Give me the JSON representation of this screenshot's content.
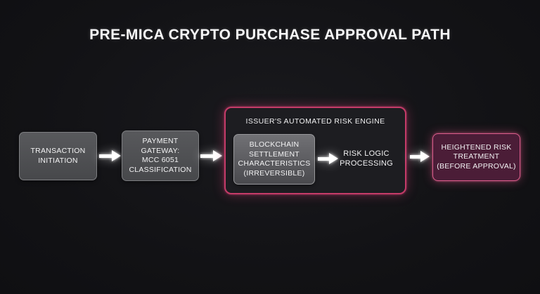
{
  "page": {
    "background_color": "#131316",
    "accent_pink": "#c43b68",
    "arrow_color": "#ffffff"
  },
  "title": "PRE-MICA CRYPTO PURCHASE APPROVAL PATH",
  "flow": {
    "step_transaction": {
      "label": [
        "TRANSACTION",
        "INITIATION"
      ]
    },
    "step_gateway": {
      "label": [
        "PAYMENT",
        "GATEWAY:",
        "MCC 6051",
        "CLASSIFICATION"
      ]
    },
    "risk_engine": {
      "title": "ISSUER'S AUTOMATED RISK ENGINE",
      "step_blockchain": {
        "label": [
          "BLOCKCHAIN",
          "SETTLEMENT",
          "CHARACTERISTICS",
          "(IRREVERSIBLE)"
        ]
      },
      "step_risk_logic": {
        "label": [
          "RISK LOGIC",
          "PROCESSING"
        ]
      }
    },
    "step_treatment": {
      "label": [
        "HEIGHTENED RISK",
        "TREATMENT",
        "(BEFORE APPROVAL)"
      ]
    }
  }
}
